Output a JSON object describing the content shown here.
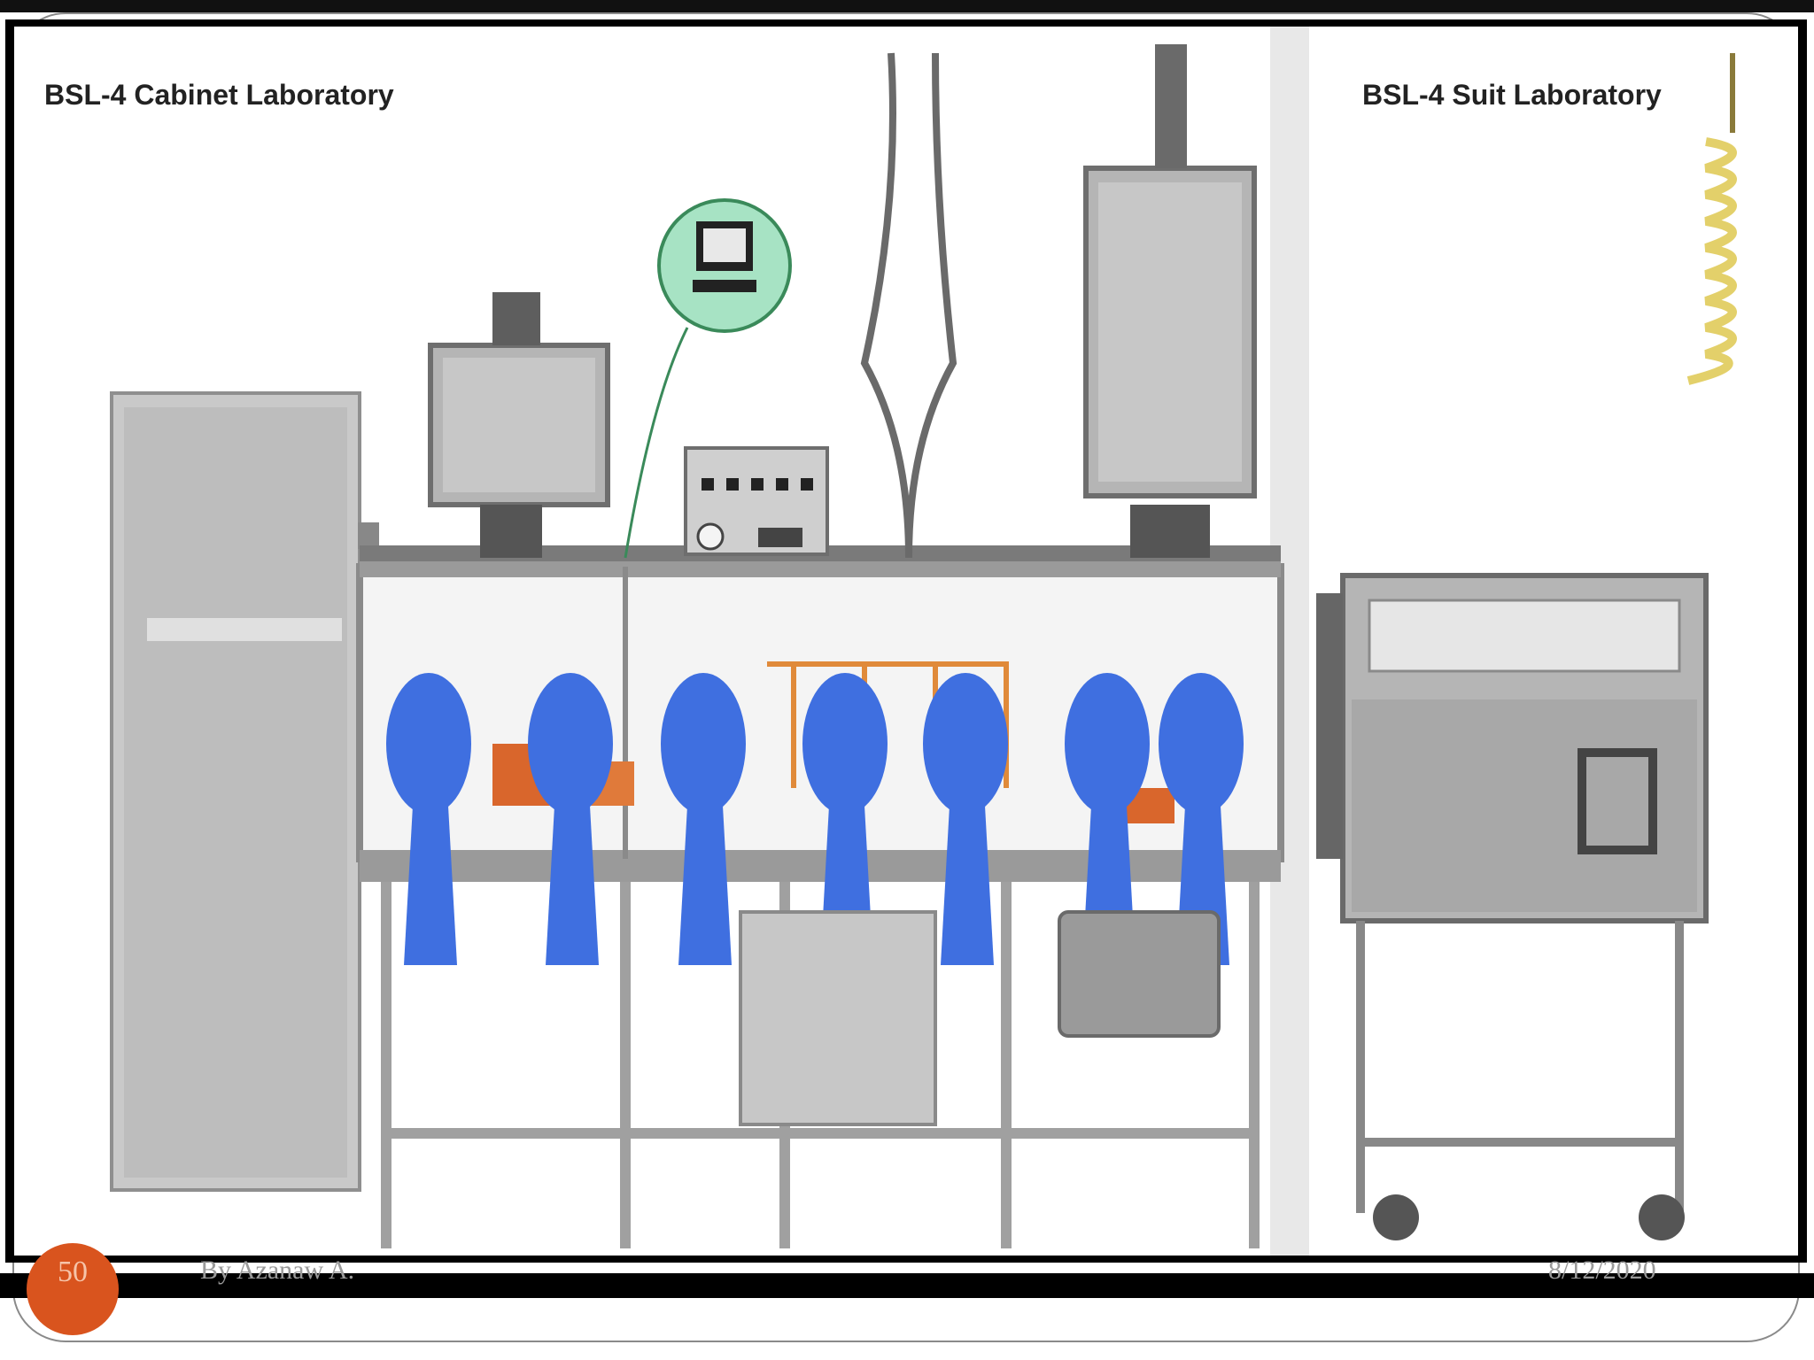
{
  "figure": {
    "cabinet_lab_title": "BSL-4 Cabinet Laboratory",
    "suit_lab_title": "BSL-4 Suit Laboratory"
  },
  "footer": {
    "author": "By Azanaw A.",
    "date": "8/12/2020",
    "slide_number": "50"
  },
  "colors": {
    "glove_blue": "#3f6fe0",
    "accent_orange": "#d9541e",
    "software_circle": "#a7e3c4"
  }
}
